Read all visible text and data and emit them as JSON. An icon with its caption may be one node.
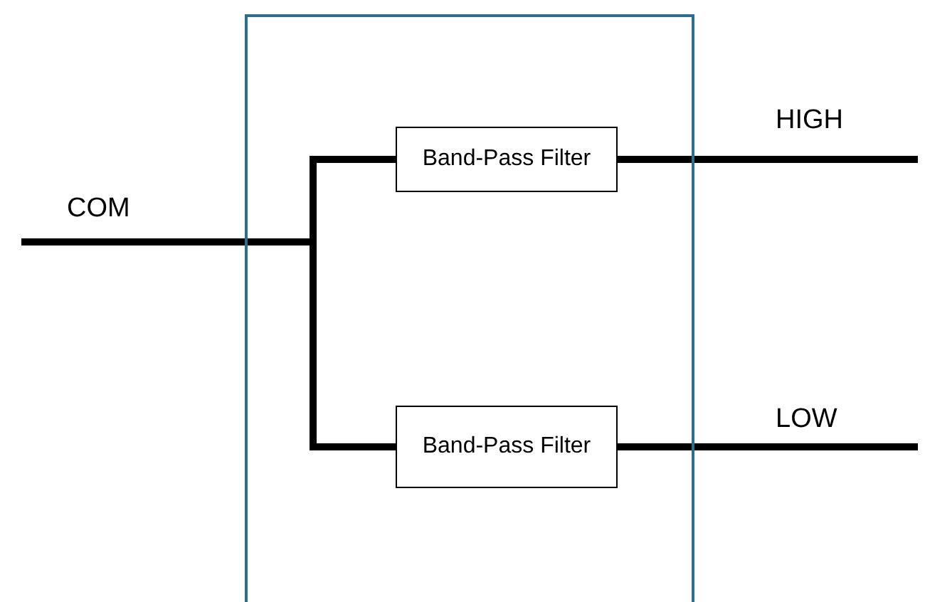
{
  "diagram": {
    "nodes": [
      {
        "text": [],
        "shape": "box"
      },
      {
        "text": [
          "Band-Pass Filter"
        ],
        "in": 0
      },
      {
        "text": [
          "Band-Pass Filter"
        ],
        "in": 0
      },
      {
        "text": [
          "COM"
        ]
      },
      {
        "text": [
          "HIGH"
        ]
      },
      {
        "text": [
          "LOW"
        ]
      }
    ],
    "edges": [
      {
        "from": 3,
        "to": 1,
        "arrow": "none"
      },
      {
        "from": 3,
        "to": 2,
        "arrow": "none"
      },
      {
        "from": 1,
        "to": 4,
        "arrow": "none"
      },
      {
        "from": 2,
        "to": 5,
        "arrow": "none"
      }
    ]
  }
}
